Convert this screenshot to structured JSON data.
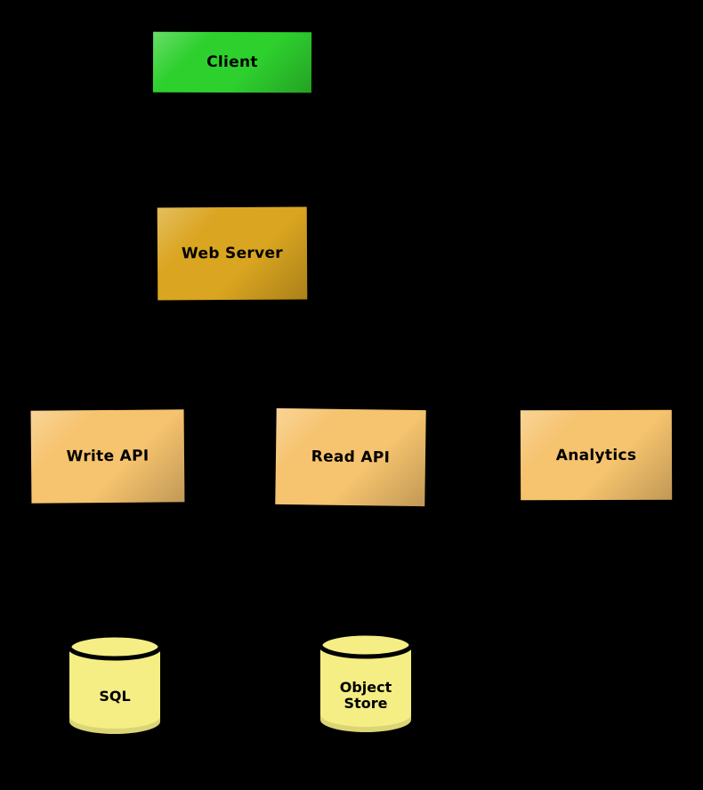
{
  "canvas": {
    "background": "#000000"
  },
  "diagram": {
    "title": "system-architecture-diagram",
    "nodes": [
      {
        "id": "client",
        "type": "box",
        "label": "Client",
        "color": "#2ED02E"
      },
      {
        "id": "web-server",
        "type": "box",
        "label": "Web Server",
        "color": "#DAA520"
      },
      {
        "id": "write-api",
        "type": "box",
        "label": "Write API",
        "color": "#F6C36E"
      },
      {
        "id": "read-api",
        "type": "box",
        "label": "Read API",
        "color": "#F6C36E"
      },
      {
        "id": "analytics",
        "type": "box",
        "label": "Analytics",
        "color": "#F6C36E"
      },
      {
        "id": "sql-db",
        "type": "cylinder",
        "label": "SQL",
        "color": "#F4EE85"
      },
      {
        "id": "object-store",
        "type": "cylinder",
        "label": "Object Store",
        "color": "#F4EE85"
      }
    ]
  }
}
